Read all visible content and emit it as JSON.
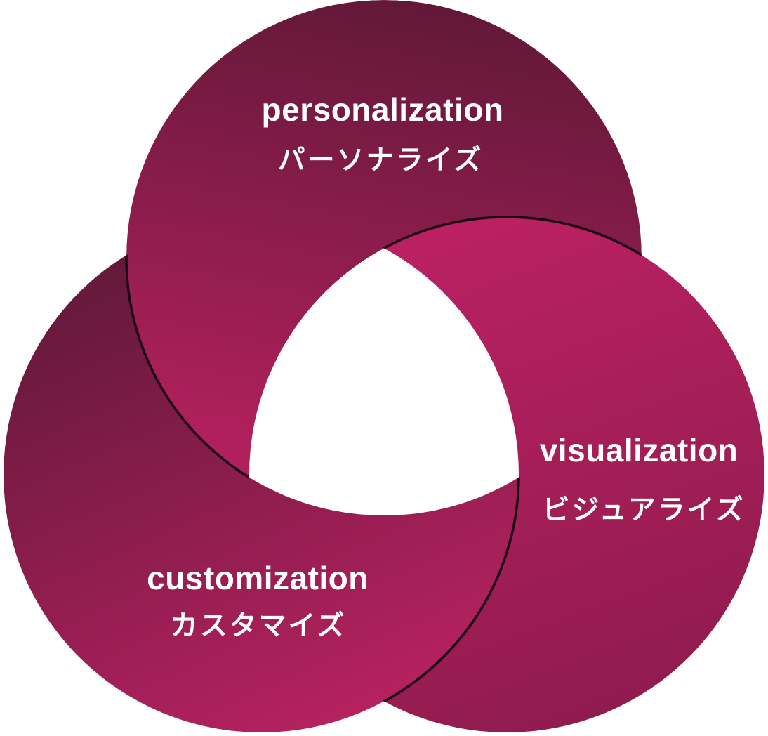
{
  "diagram": {
    "title": "triple-ring-concept-diagram",
    "background_color": "#ffffff",
    "seam_line_color": "#1d0712",
    "center_block_color": "#ffffff",
    "segments": [
      {
        "id": "personalization",
        "label_en": "personalization",
        "label_ja": "パーソナライズ",
        "gradient_from": "#5e1837",
        "gradient_to": "#b0205c"
      },
      {
        "id": "visualization",
        "label_en": "visualization",
        "label_ja": "ビジュアライズ",
        "gradient_from": "#bb2162",
        "gradient_to": "#8f1b4e"
      },
      {
        "id": "customization",
        "label_en": "customization",
        "label_ja": "カスタマイズ",
        "gradient_from": "#61193a",
        "gradient_to": "#b4215f"
      }
    ]
  }
}
